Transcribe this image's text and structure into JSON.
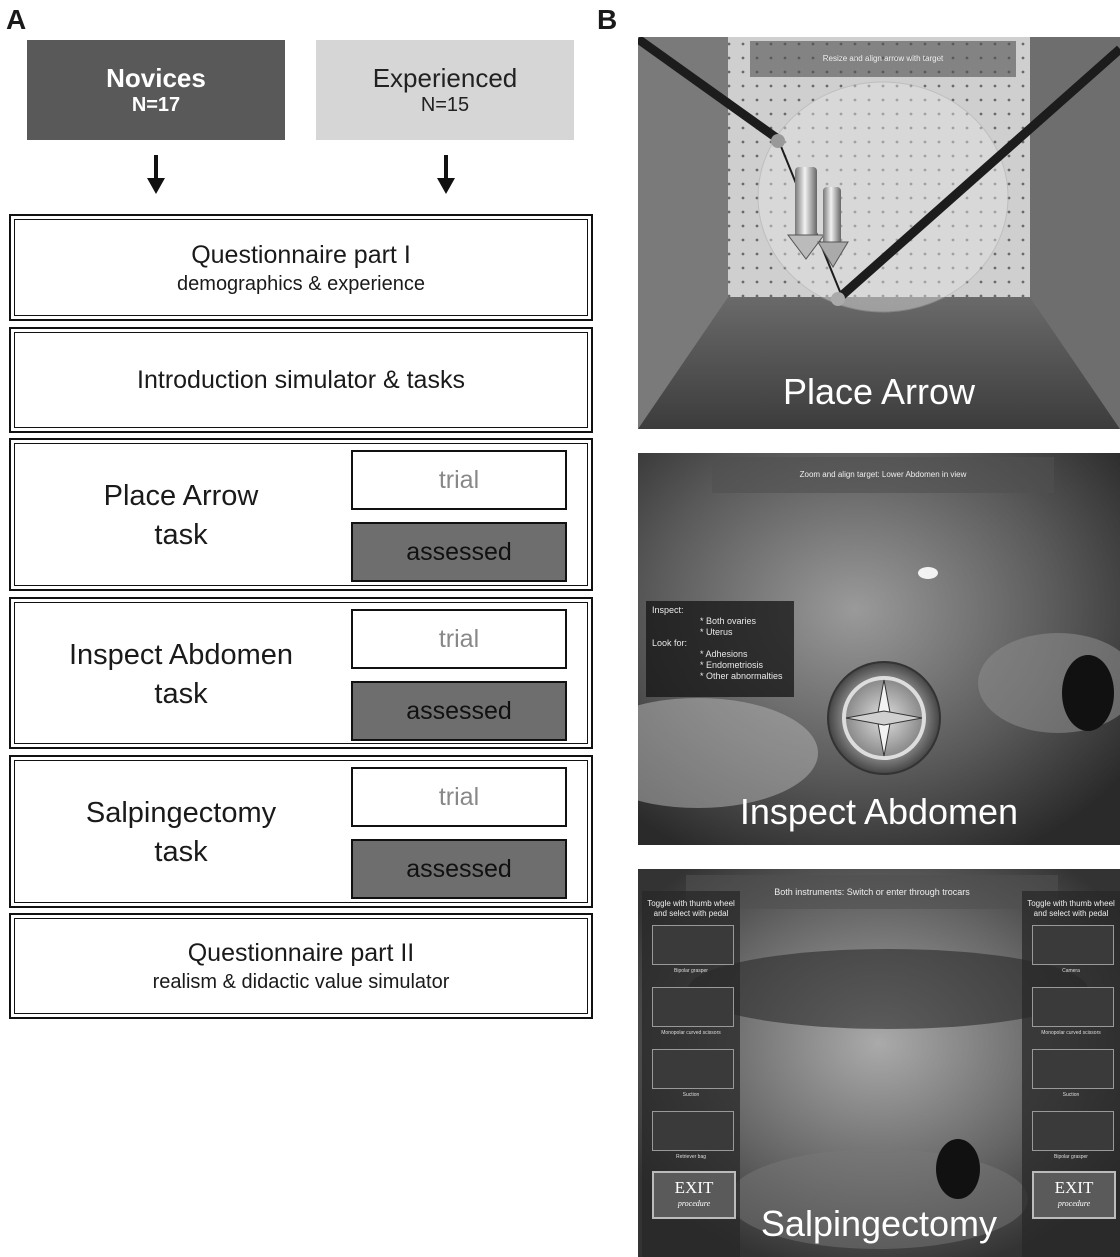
{
  "panels": {
    "a": "A",
    "b": "B"
  },
  "groups": [
    {
      "name": "Novices",
      "n": "N=17"
    },
    {
      "name": "Experienced",
      "n": "N=15"
    }
  ],
  "steps": {
    "questionnaire1": {
      "title": "Questionnaire part I",
      "subtitle": "demographics & experience"
    },
    "introduction": {
      "title": "Introduction simulator & tasks"
    },
    "questionnaire2": {
      "title": "Questionnaire part II",
      "subtitle": "realism & didactic value simulator"
    }
  },
  "tasks": [
    {
      "line1": "Place Arrow",
      "line2": "task",
      "trial": "trial",
      "assessed": "assessed"
    },
    {
      "line1": "Inspect Abdomen",
      "line2": "task",
      "trial": "trial",
      "assessed": "assessed"
    },
    {
      "line1": "Salpingectomy",
      "line2": "task",
      "trial": "trial",
      "assessed": "assessed"
    }
  ],
  "screens": {
    "place_arrow": {
      "caption": "Place Arrow",
      "banner": "Resize and align arrow with target"
    },
    "inspect": {
      "caption": "Inspect Abdomen",
      "banner": "Zoom and align target: Lower Abdomen in view",
      "inspect_label": "Inspect:",
      "inspect_items": [
        "* Both ovaries",
        "* Uterus"
      ],
      "look_label": "Look for:",
      "look_items": [
        "* Adhesions",
        "* Endometriosis",
        "* Other abnormalties"
      ]
    },
    "salpingectomy": {
      "caption": "Salpingectomy",
      "banner": "Both instruments: Switch or enter through trocars",
      "left_head": "Toggle with thumb wheel and select with pedal",
      "right_head": "Toggle with thumb wheel and select with pedal",
      "left_tools": [
        "Bipolar grasper",
        "Monopolar curved scissors",
        "Suction",
        "Retriever bag"
      ],
      "right_tools": [
        "Camera",
        "Monopolar curved scissors",
        "Suction",
        "Bipolar grasper"
      ],
      "exit": "EXIT",
      "exit_sub": "procedure"
    }
  }
}
